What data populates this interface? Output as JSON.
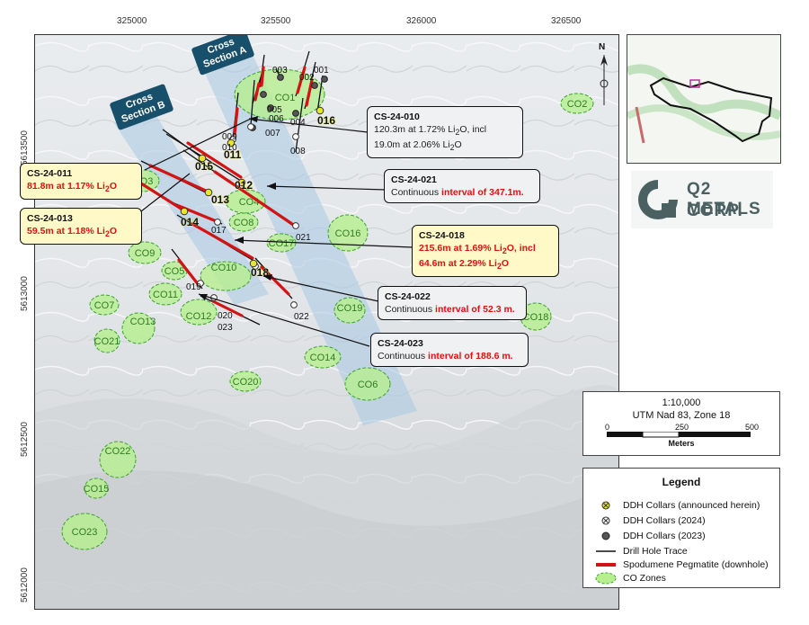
{
  "coordinates": {
    "eastings": [
      "325000",
      "325500",
      "326000",
      "326500"
    ],
    "northings": [
      "5613500",
      "5613000",
      "5612500",
      "5612000"
    ]
  },
  "sections": [
    {
      "line1": "Cross",
      "line2": "Section A"
    },
    {
      "line1": "Cross",
      "line2": "Section B"
    }
  ],
  "holes_2023": [
    "001",
    "002",
    "003",
    "004",
    "005",
    "006",
    "007"
  ],
  "holes_2024": [
    "008",
    "009",
    "010",
    "017",
    "019",
    "020",
    "021",
    "022",
    "023"
  ],
  "holes_announced": [
    "011",
    "012",
    "013",
    "014",
    "015",
    "016",
    "018"
  ],
  "co_zones": [
    "CO1",
    "CO2",
    "CO3",
    "CO4",
    "CO5",
    "CO6",
    "CO7",
    "CO8",
    "CO9",
    "CO10",
    "CO11",
    "CO12",
    "CO13",
    "CO14",
    "CO15",
    "CO16",
    "CO17",
    "CO18",
    "CO19",
    "CO20",
    "CO21",
    "CO22",
    "CO23"
  ],
  "callouts": {
    "cs010": {
      "title": "CS-24-010",
      "line1": "120.3m at 1.72% Li",
      "sub1": "2",
      "tail1": "O, incl",
      "line2": "19.0m at 2.06% Li",
      "sub2": "2",
      "tail2": "O"
    },
    "cs011": {
      "title": "CS-24-011",
      "line1": "81.8m at 1.17% Li",
      "sub1": "2",
      "tail1": "O"
    },
    "cs013": {
      "title": "CS-24-013",
      "line1": "59.5m at 1.18% Li",
      "sub1": "2",
      "tail1": "O"
    },
    "cs021": {
      "title": "CS-24-021",
      "prefix": "Continuous ",
      "highlight": "interval of 347.1m."
    },
    "cs018": {
      "title": "CS-24-018",
      "line1": "215.6m at 1.69% Li",
      "sub1": "2",
      "tail1": "O, incl",
      "line2": "64.6m at 2.29% Li",
      "sub2": "2",
      "tail2": "O"
    },
    "cs022": {
      "title": "CS-24-022",
      "prefix": "Continuous ",
      "highlight": "interval of 52.3 m."
    },
    "cs023": {
      "title": "CS-24-023",
      "prefix": "Continuous ",
      "highlight": "interval of 188.6 m."
    }
  },
  "logo": {
    "line1": "Q2 METALS",
    "line2": "CORP."
  },
  "north": "N",
  "scale": {
    "ratio": "1:10,000",
    "projection": "UTM Nad 83, Zone 18",
    "ticks": [
      "0",
      "250",
      "500"
    ],
    "unit": "Meters"
  },
  "legend": {
    "title": "Legend",
    "items": [
      "DDH Collars (announced herein)",
      "DDH Collars (2024)",
      "DDH Collars (2023)",
      "Drill Hole Trace",
      "Spodumene Pegmatite (downhole)",
      "CO Zones"
    ]
  },
  "colors": {
    "co_zone": "#b6ef8e",
    "co_zone_border": "#3aa52b",
    "spodumene": "#d31414",
    "section_fill": "#a7c9e3",
    "section_label": "#18506b",
    "announced": "#e8e62a"
  }
}
